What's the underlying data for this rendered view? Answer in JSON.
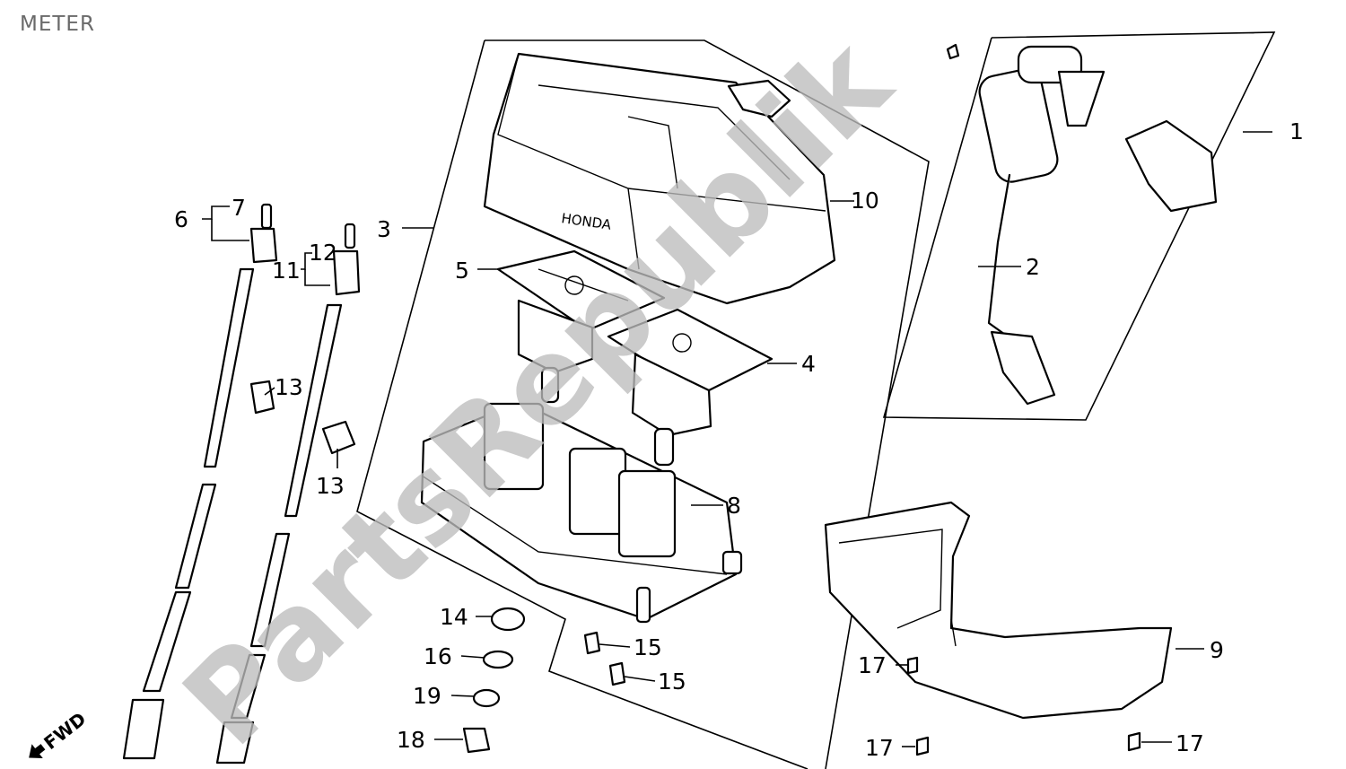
{
  "title": "METER",
  "watermark": "PartsRepublik",
  "fwd_label": "FWD",
  "callouts": {
    "c1": "1",
    "c2": "2",
    "c3": "3",
    "c4": "4",
    "c5": "5",
    "c6": "6",
    "c7": "7",
    "c8": "8",
    "c9": "9",
    "c10": "10",
    "c11": "11",
    "c12": "12",
    "c13a": "13",
    "c13b": "13",
    "c14": "14",
    "c15a": "15",
    "c15b": "15",
    "c16": "16",
    "c17a": "17",
    "c17b": "17",
    "c17c": "17",
    "c18": "18",
    "c19": "19"
  },
  "brand_mark": "HONDA"
}
